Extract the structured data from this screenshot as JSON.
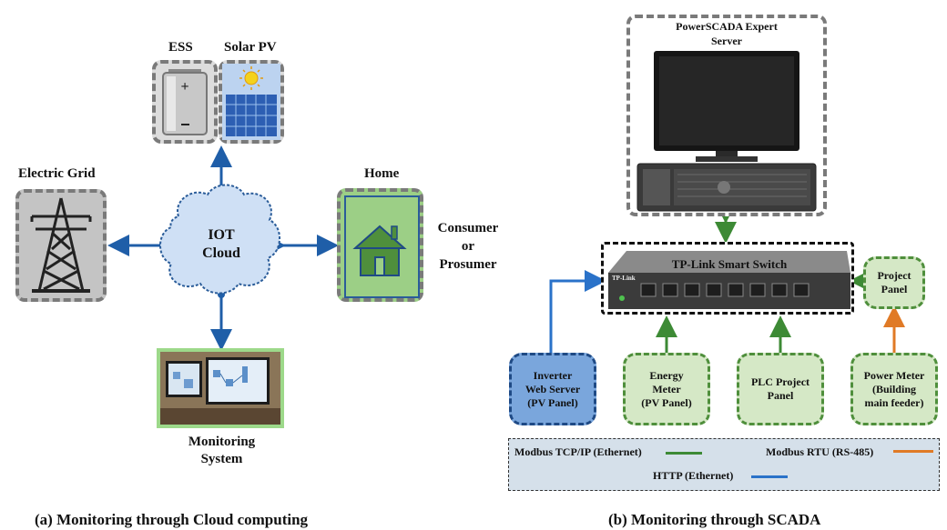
{
  "panel_a": {
    "caption": "(a) Monitoring through Cloud computing",
    "ess_label": "ESS",
    "solar_label": "Solar PV",
    "grid_label": "Electric Grid",
    "cloud_line1": "IOT",
    "cloud_line2": "Cloud",
    "home_label": "Home",
    "consumer_line1": "Consumer",
    "consumer_line2": "or",
    "consumer_line3": "Prosumer",
    "monitoring_line1": "Monitoring",
    "monitoring_line2": "System"
  },
  "panel_b": {
    "caption": "(b) Monitoring through SCADA",
    "server_line1": "PowerSCADA Expert",
    "server_line2": "Server",
    "switch_label": "TP-Link Smart Switch",
    "switch_brand": "TP-Link",
    "project_panel": [
      "Project",
      "Panel"
    ],
    "inverter": [
      "Inverter",
      "Web Server",
      "(PV Panel)"
    ],
    "energy_meter": [
      "Energy",
      "Meter",
      "(PV Panel)"
    ],
    "plc": [
      "PLC Project",
      "Panel"
    ],
    "power_meter": [
      "Power Meter",
      "(Building",
      "main feeder)"
    ],
    "legend": {
      "modbus_tcp": "Modbus TCP/IP (Ethernet)",
      "modbus_rtu": "Modbus RTU (RS-485)",
      "http": "HTTP (Ethernet)"
    }
  },
  "colors": {
    "arrow_blue": "#1f5ea8",
    "modbus_tcp": "#3d8a35",
    "modbus_rtu": "#e07a26",
    "http": "#2a72c9",
    "node_green": "#d5e8c6",
    "node_blue": "#7aa6dc"
  }
}
